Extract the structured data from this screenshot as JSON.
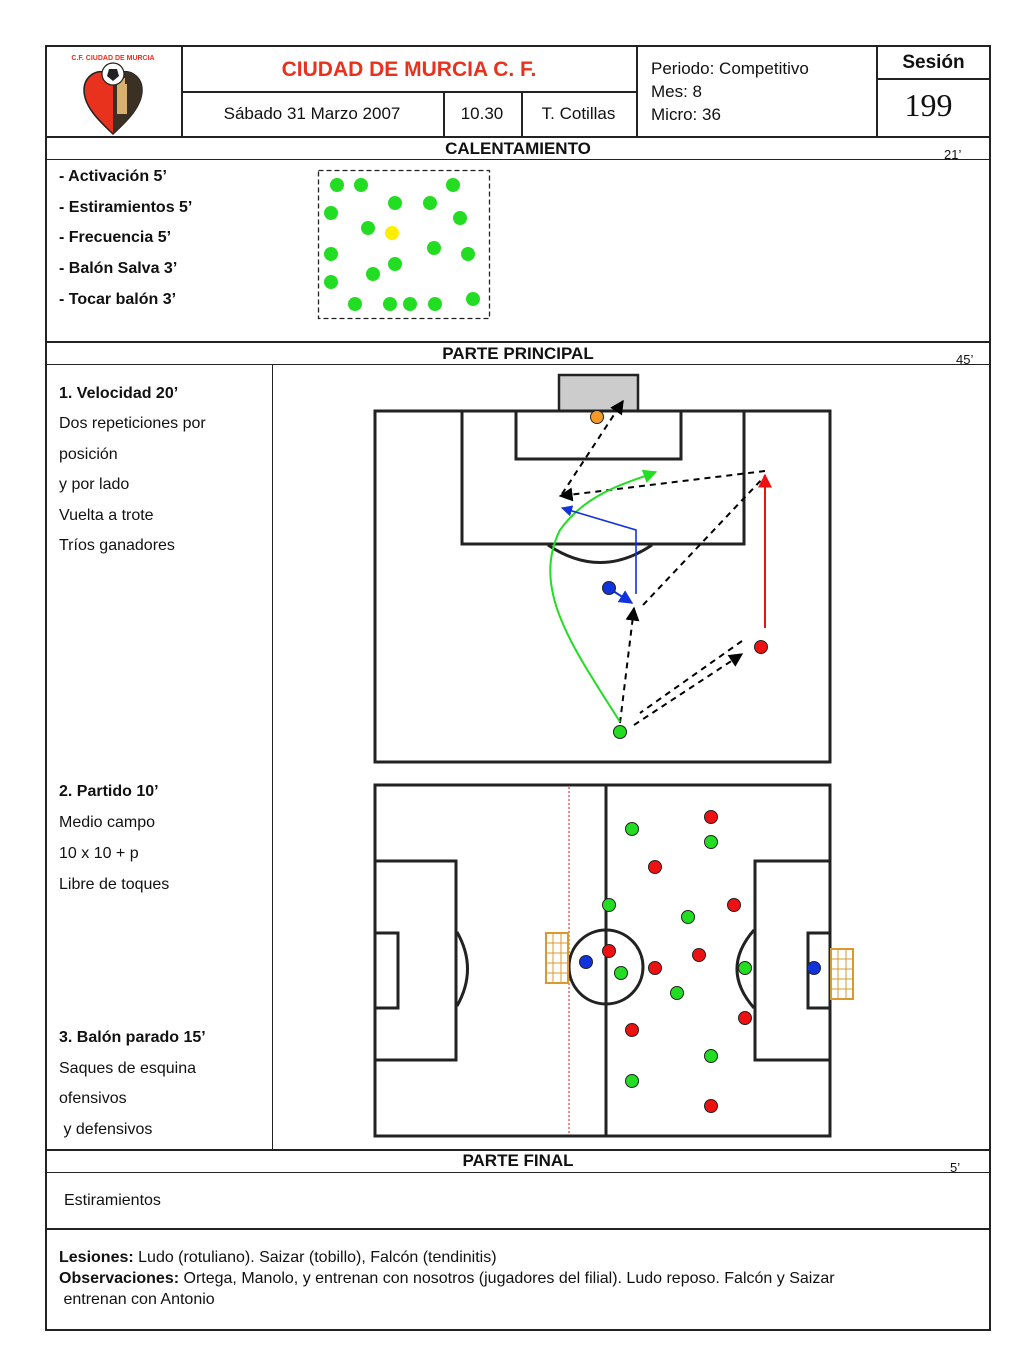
{
  "header": {
    "club_name": "CIUDAD DE MURCIA C. F.",
    "date": "Sábado 31 Marzo  2007",
    "time": "10.30",
    "coach": "T. Cotillas",
    "periodo": "Periodo: Competitivo",
    "mes": "Mes: 8",
    "micro": "Micro: 36",
    "sesion_label": "Sesión",
    "sesion_number": "199",
    "logo_text": "C.F. CIUDAD DE MURCIA",
    "brand_color": "#e8321e"
  },
  "calentamiento": {
    "title": "CALENTAMIENTO",
    "duration": "21’",
    "items": [
      "- Activación 5’",
      "- Estiramientos 5’",
      "- Frecuencia 5’",
      "- Balón Salva 3’",
      "- Tocar balón 3’"
    ]
  },
  "parte_principal": {
    "title": "PARTE PRINCIPAL",
    "duration": "45’",
    "block1": {
      "title": "1. Velocidad  20’",
      "lines": [
        "Dos repeticiones por",
        "posición",
        "y por lado",
        "Vuelta a trote",
        "Tríos ganadores"
      ]
    },
    "block2": {
      "title": "2. Partido 10’",
      "lines": [
        "Medio campo",
        "10 x 10 + p",
        "Libre de toques"
      ]
    },
    "block3": {
      "title": "3. Balón parado  15’",
      "lines": [
        "Saques de esquina",
        "ofensivos",
        " y defensivos"
      ]
    }
  },
  "parte_final": {
    "title": "PARTE FINAL",
    "duration": "5’",
    "content": "Estiramientos"
  },
  "notes": {
    "lesiones_label": "Lesiones:",
    "lesiones_text": "Ludo (rotuliano). Saizar (tobillo), Falcón (tendinitis)",
    "observaciones_label": "Observaciones:",
    "observaciones_text": "Ortega, Manolo,  y entrenan con nosotros (jugadores del filial). Ludo reposo. Falcón y Saizar",
    "observaciones_text2": " entrenan con Antonio"
  },
  "colors": {
    "green": "#22dd22",
    "yellow": "#ffee00",
    "red": "#ee1111",
    "blue": "#1133dd",
    "orange": "#f59a2a",
    "goal_grey": "#cccccc"
  }
}
